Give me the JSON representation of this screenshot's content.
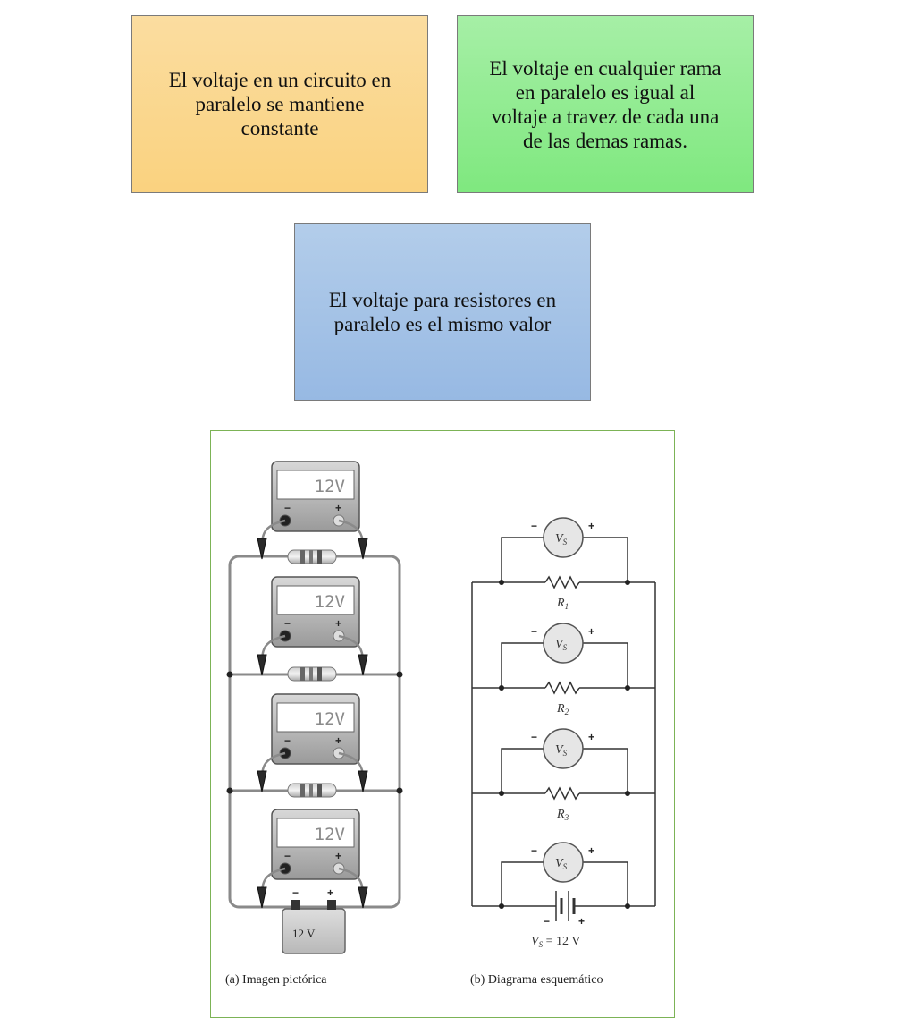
{
  "boxes": [
    {
      "text": "El voltaje en un circuito en\nparalelo se mantiene\nconstante"
    },
    {
      "text": "El voltaje en cualquier rama\nen paralelo es igual al\nvoltaje a travez de cada una\nde las demas ramas."
    },
    {
      "text": "El voltaje para resistores en\nparalelo es el mismo valor"
    }
  ],
  "figure": {
    "meter_reading": "12V",
    "battery_label": "12 V",
    "minus": "−",
    "plus": "+",
    "voltmeter_symbol": "V",
    "voltmeter_subscript": "S",
    "resistors": [
      {
        "letter": "R",
        "index": "1"
      },
      {
        "letter": "R",
        "index": "2"
      },
      {
        "letter": "R",
        "index": "3"
      }
    ],
    "source_label_prefix": "V",
    "source_label_sub": "S",
    "source_label_value": " = 12 V",
    "caption_a": "(a) Imagen pictórica",
    "caption_b": "(b) Diagrama esquemático"
  },
  "colors": {
    "box1": "#fad27f",
    "box2": "#7fe87f",
    "box3": "#97b9e3",
    "figure_border": "#7cb356"
  }
}
